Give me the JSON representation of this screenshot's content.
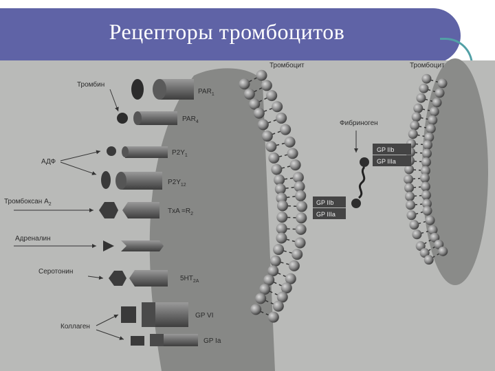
{
  "slide": {
    "title": "Рецепторы тромбоцитов"
  },
  "diagram": {
    "platelet_left": "Тромбоцит",
    "platelet_right": "Тромбоцит",
    "fibrinogen": "Фибриноген",
    "ligands": {
      "thrombin": "Тромбин",
      "adp": "АДФ",
      "thromboxane": "Тромбоксан А",
      "thromboxane_sub": "2",
      "adrenaline": "Адреналин",
      "serotonin": "Серотонин",
      "collagen": "Коллаген"
    },
    "receptors": {
      "par1": "PAR",
      "par1_sub": "1",
      "par4": "PAR",
      "par4_sub": "4",
      "p2y1": "P2Y",
      "p2y1_sub": "1",
      "p2y12": "P2Y",
      "p2y12_sub": "12",
      "txa2r": "TxA =R",
      "txa2r_sub": "2",
      "ht2a": "5HT",
      "ht2a_sub": "2A",
      "gpvi": "GP VI",
      "gpia": "GP Ia",
      "gpiib_left": "GP IIb",
      "gpiia_left": "GP IIIa",
      "gpiib_right": "GP IIb",
      "gpiia_right": "GP IIIa"
    }
  }
}
